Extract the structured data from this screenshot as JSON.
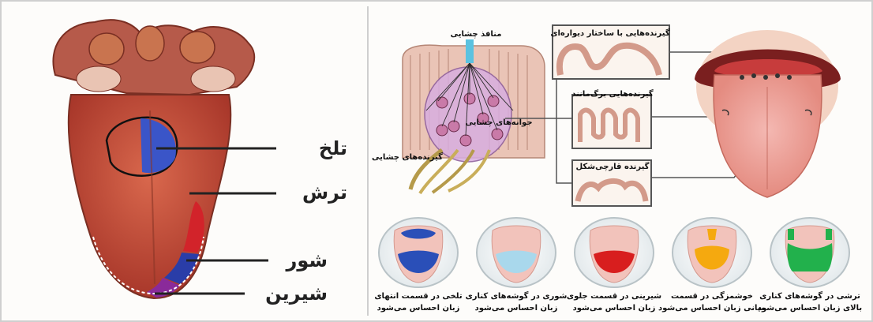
{
  "left_panel": {
    "labels": {
      "bitter": "تلخ",
      "sour": "ترش",
      "salty": "شور",
      "sweet": "شیرین"
    }
  },
  "right_panel": {
    "labels": {
      "taste_pore": "منافذ چشایی",
      "receptors": "گیرنده‌های چشایی",
      "taste_buds": "جوانه‌های چشایی",
      "wall_receptors": "گیرنده‌هایی با ساختار دیواره‌ای",
      "leaf_receptors": "گیرنده‌هایی برگ‌مانند",
      "mushroom_receptors": "گیرنده قارچی‌شکل"
    },
    "tongue_maps": [
      {
        "line1": "تلخی در قسمت انتهای",
        "line2": "زبان احساس می‌شود",
        "color": "#2a4fb8",
        "region": "back"
      },
      {
        "line1": "شوری در گوشه‌های کناری",
        "line2": "زبان احساس می‌شود",
        "color": "#a9d8ec",
        "region": "front"
      },
      {
        "line1": "شیرینی در قسمت جلوی",
        "line2": "زبان احساس می‌شود",
        "color": "#d81e1e",
        "region": "front"
      },
      {
        "line1": "خوشمزگی در قسمت",
        "line2": "میانی زبان احساس می‌شود",
        "color": "#f5a90f",
        "region": "middle"
      },
      {
        "line1": "ترشی در گوشه‌های کناری",
        "line2": "بالای زبان احساس می‌شود",
        "color": "#22b14c",
        "region": "sides"
      }
    ]
  }
}
